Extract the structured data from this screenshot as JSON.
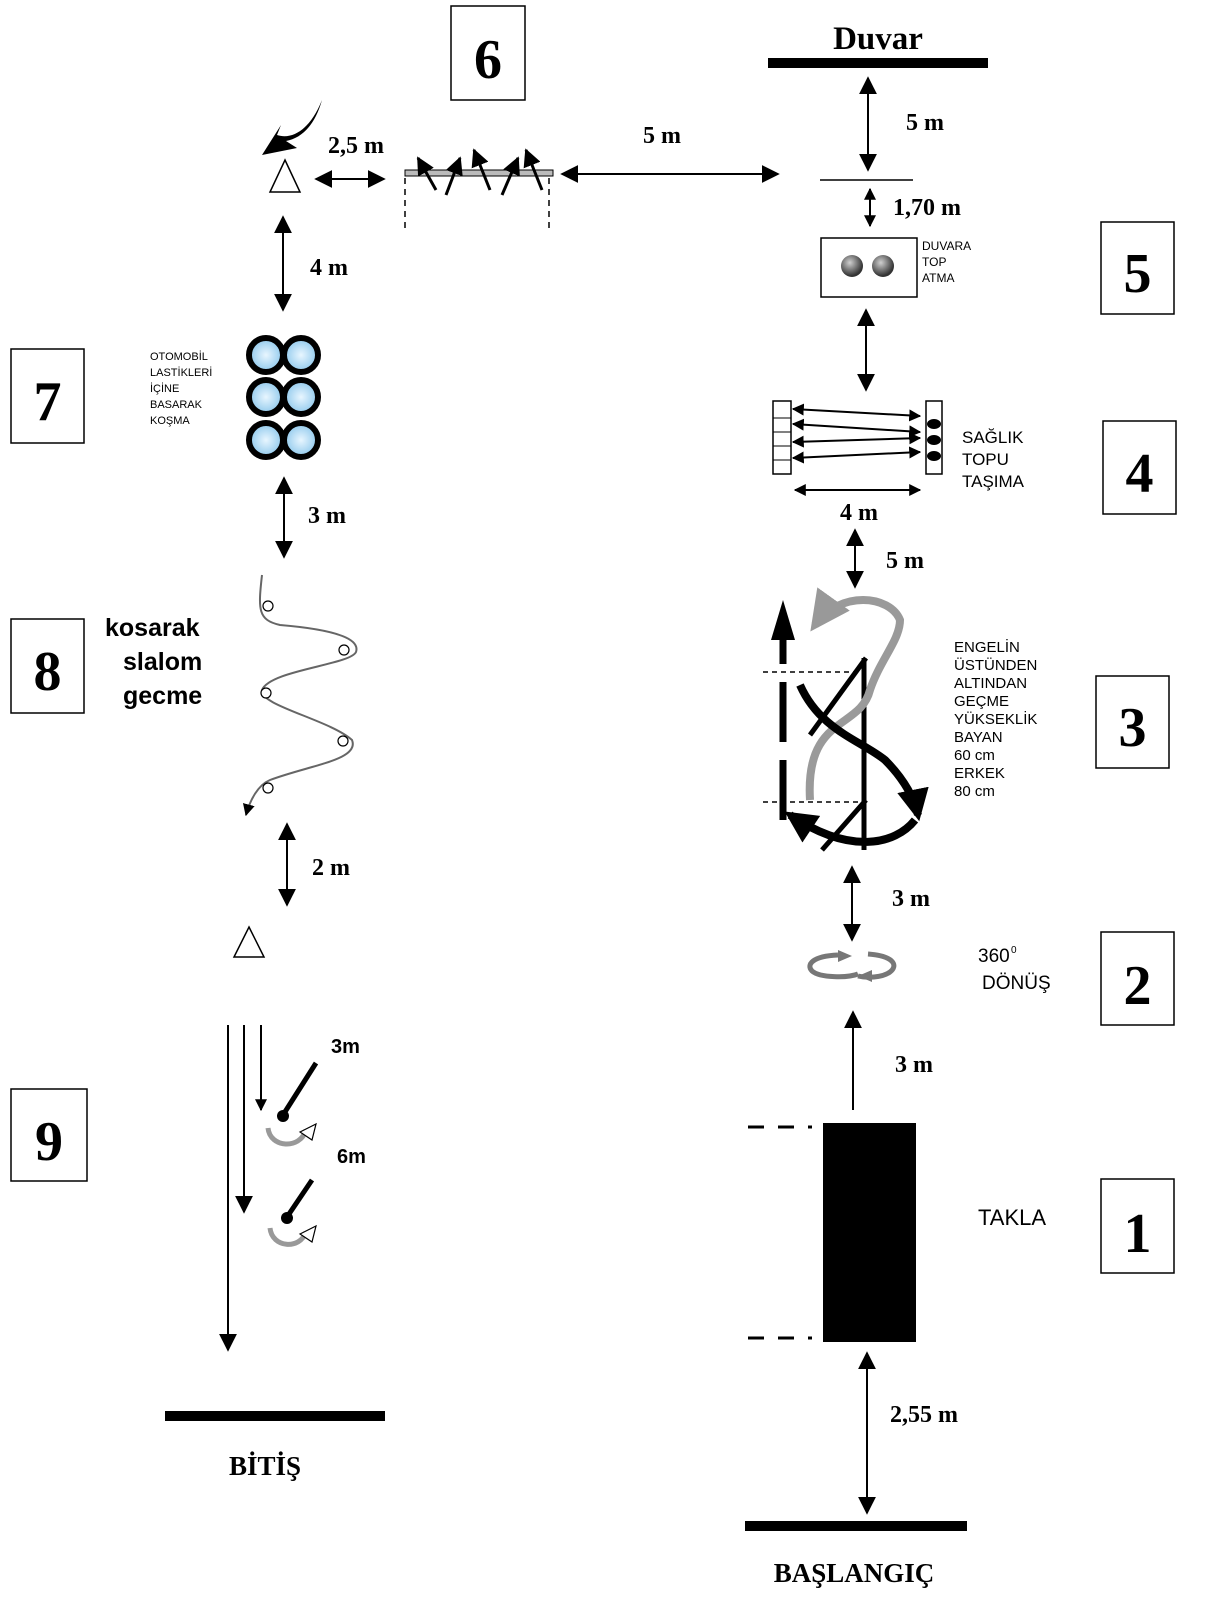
{
  "stations": {
    "s1": {
      "number": "1",
      "label": [
        "TAKLA"
      ]
    },
    "s2": {
      "number": "2",
      "label": [
        "360",
        "DÖNÜŞ"
      ],
      "degree": "0"
    },
    "s3": {
      "number": "3",
      "label": [
        "ENGELİN",
        "ÜSTÜNDEN",
        "ALTINDAN",
        "GEÇME",
        "YÜKSEKLİK",
        "BAYAN",
        "60 cm",
        "ERKEK",
        "80 cm"
      ]
    },
    "s4": {
      "number": "4",
      "label": [
        "SAĞLIK",
        "TOPU",
        "TAŞIMA"
      ]
    },
    "s5": {
      "number": "5",
      "label": [
        "DUVARA",
        "TOP",
        "ATMA"
      ]
    },
    "s6": {
      "number": "6"
    },
    "s7": {
      "number": "7",
      "label": [
        "OTOMOBİL",
        "LASTİKLERİ",
        "İÇİNE",
        "BASARAK",
        "KOŞMA"
      ]
    },
    "s8": {
      "number": "8",
      "label": [
        "kosarak",
        "slalom",
        "gecme"
      ]
    },
    "s9": {
      "number": "9"
    }
  },
  "walls": {
    "top": "Duvar",
    "start": "BAŞLANGIÇ",
    "finish": "BİTİŞ"
  },
  "distances": {
    "start_to_mat": "2,55 m",
    "mat_to_spin": "3 m",
    "spin_to_hurdle": "3 m",
    "hurdle_to_carry": "5 m",
    "carry_width": "4 m",
    "line_to_throw": "1,70 m",
    "wall_to_line": "5 m",
    "line_to_ladder": "5 m",
    "ladder_to_cone": "2,5 m",
    "cone_to_tires": "4 m",
    "tires_to_slalom": "3 m",
    "slalom_to_cone": "2 m",
    "pole1": "3m",
    "pole2": "6m"
  }
}
